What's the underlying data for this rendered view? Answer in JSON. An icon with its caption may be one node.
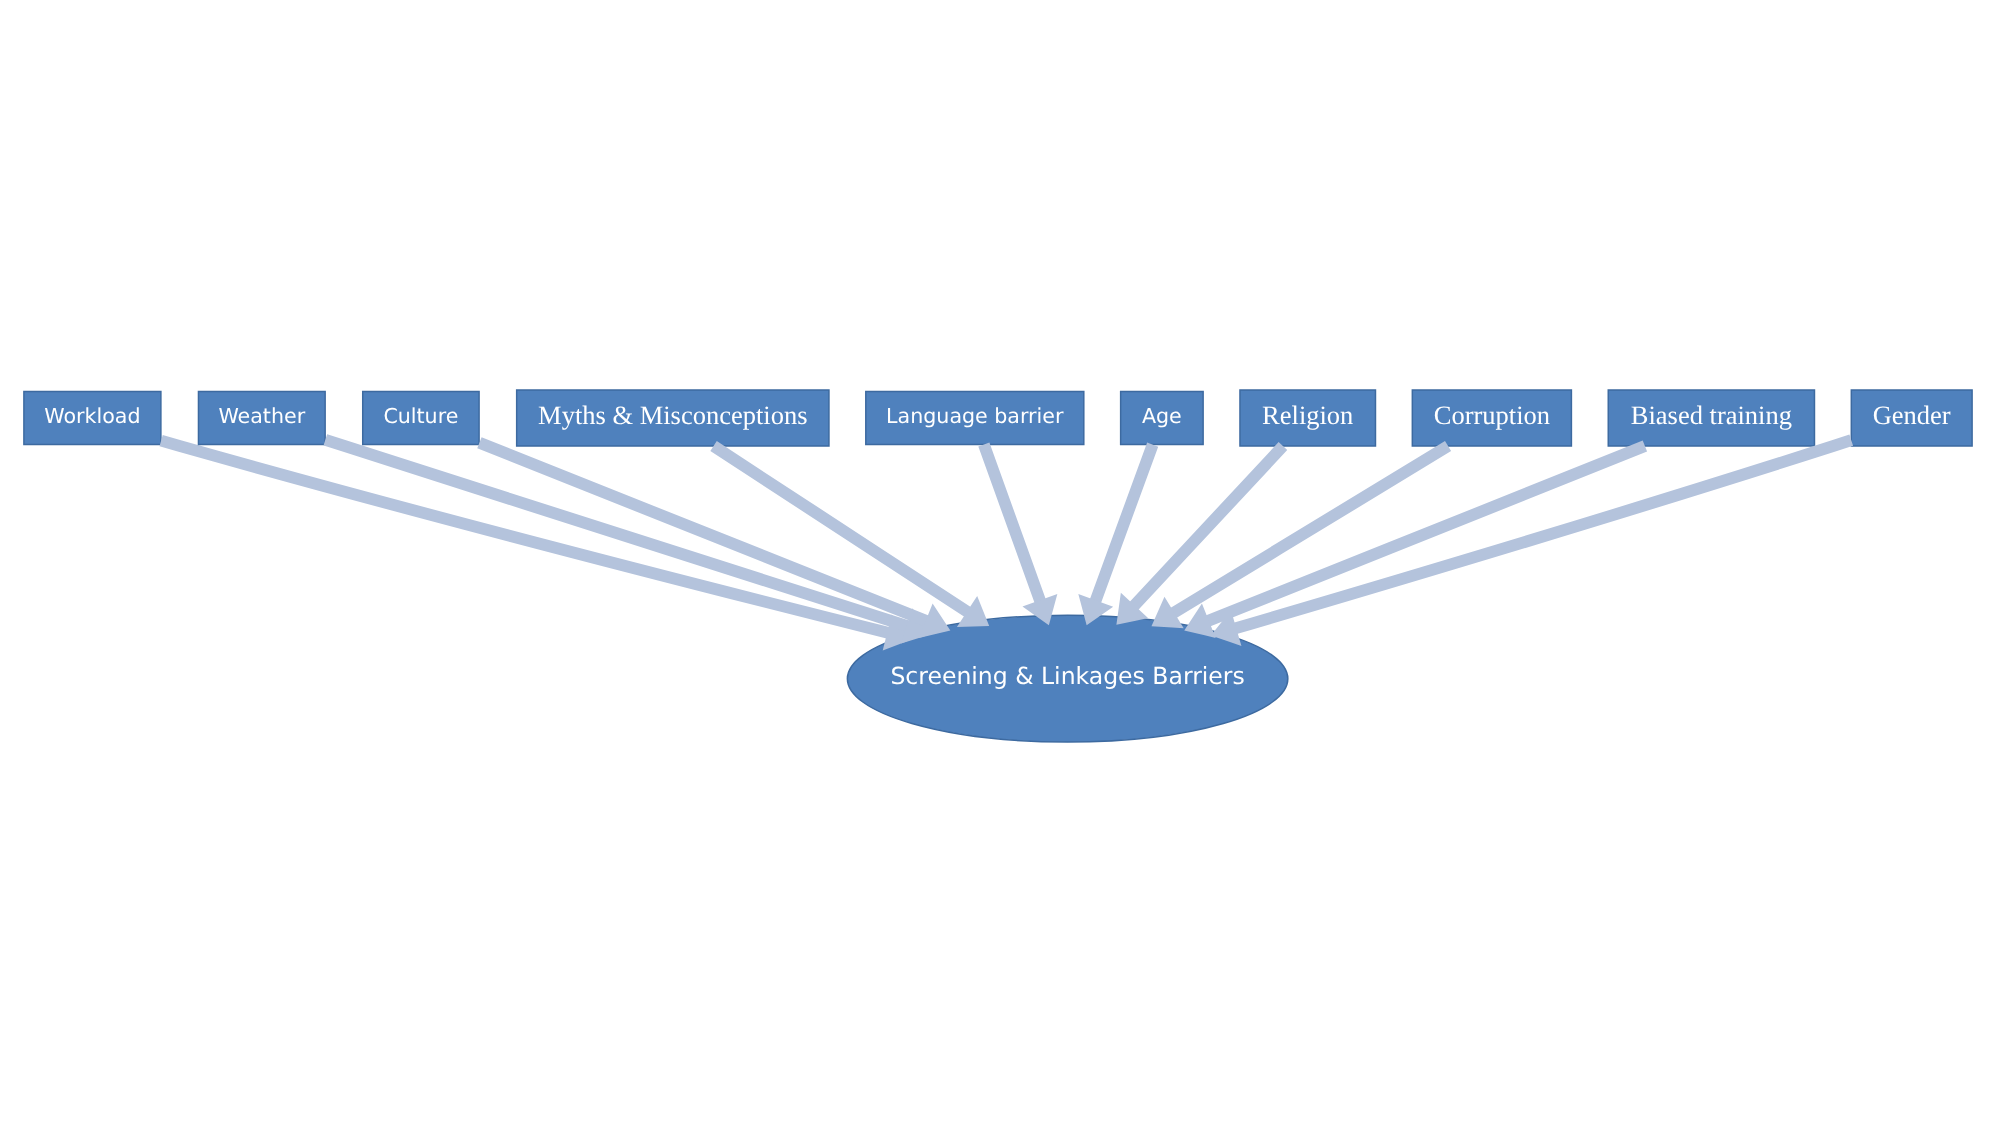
{
  "diagram": {
    "nodes": [
      {
        "text": [
          "Workload"
        ]
      },
      {
        "text": [
          "Weather"
        ]
      },
      {
        "text": [
          "Culture"
        ]
      },
      {
        "text": [
          "Myths & Misconceptions"
        ]
      },
      {
        "text": [
          "Language barrier"
        ]
      },
      {
        "text": [
          "Age"
        ]
      },
      {
        "text": [
          "Religion"
        ]
      },
      {
        "text": [
          "Corruption"
        ]
      },
      {
        "text": [
          "Biased training"
        ]
      },
      {
        "text": [
          "Gender"
        ]
      },
      {
        "text": [
          "Screening & Linkages Barriers"
        ]
      }
    ],
    "edges": [
      {
        "from": 0,
        "to": 10,
        "arrow": "to"
      },
      {
        "from": 1,
        "to": 10,
        "arrow": "to"
      },
      {
        "from": 2,
        "to": 10,
        "arrow": "to"
      },
      {
        "from": 3,
        "to": 10,
        "arrow": "to"
      },
      {
        "from": 4,
        "to": 10,
        "arrow": "to"
      },
      {
        "from": 5,
        "to": 10,
        "arrow": "to"
      },
      {
        "from": 6,
        "to": 10,
        "arrow": "to"
      },
      {
        "from": 7,
        "to": 10,
        "arrow": "to"
      },
      {
        "from": 8,
        "to": 10,
        "arrow": "to"
      },
      {
        "from": 9,
        "to": 10,
        "arrow": "to"
      }
    ]
  }
}
